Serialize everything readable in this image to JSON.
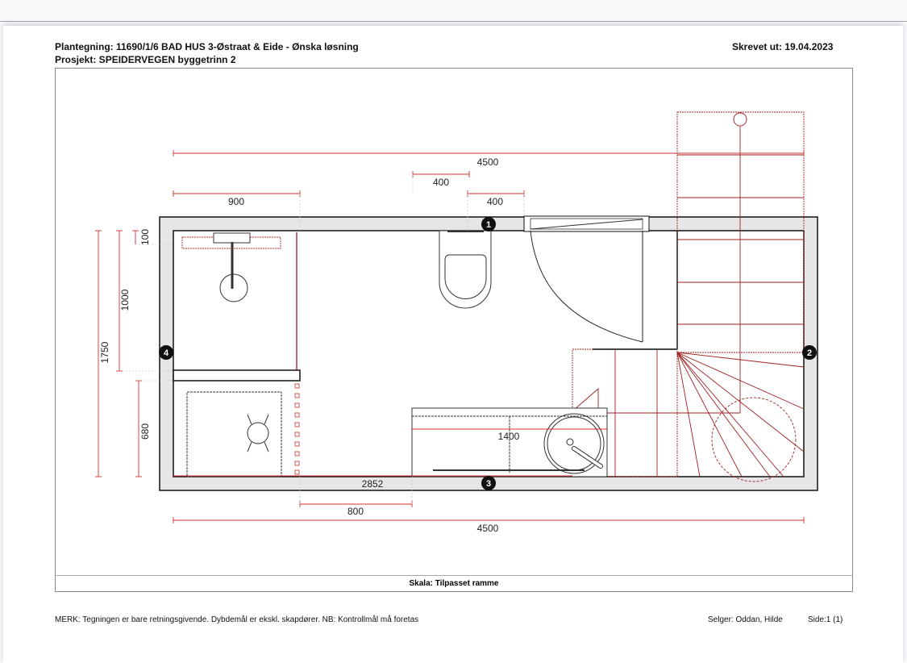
{
  "header": {
    "plan_title": "Plantegning:  11690/1/6  BAD HUS 3-Østraat & Eide - Ønska løsning",
    "project": "Prosjekt:  SPEIDERVEGEN byggetrinn 2",
    "printed": "Skrevet ut: 19.04.2023"
  },
  "drawing": {
    "dimensions": {
      "top_total": "4500",
      "top_400_a": "400",
      "top_400_b": "400",
      "top_900": "900",
      "left_1750": "1750",
      "left_1000": "1000",
      "left_100": "100",
      "left_680": "680",
      "inner_2852": "2852",
      "bottom_800": "800",
      "bottom_total": "4500",
      "vanity_1400": "1400"
    },
    "axis_markers": [
      "1",
      "2",
      "3",
      "4"
    ],
    "colors": {
      "wall_fill": "#e6e6e6",
      "dimension": "#d03030",
      "stair": "#a02020"
    }
  },
  "scale": "Skala: Tilpasset ramme",
  "footer": {
    "note": "MERK: Tegningen er bare retningsgivende. Dybdemål er ekskl. skapdører. NB: Kontrollmål må foretas",
    "seller": "Selger: Oddan, Hilde",
    "page": "Side:1 (1)"
  }
}
